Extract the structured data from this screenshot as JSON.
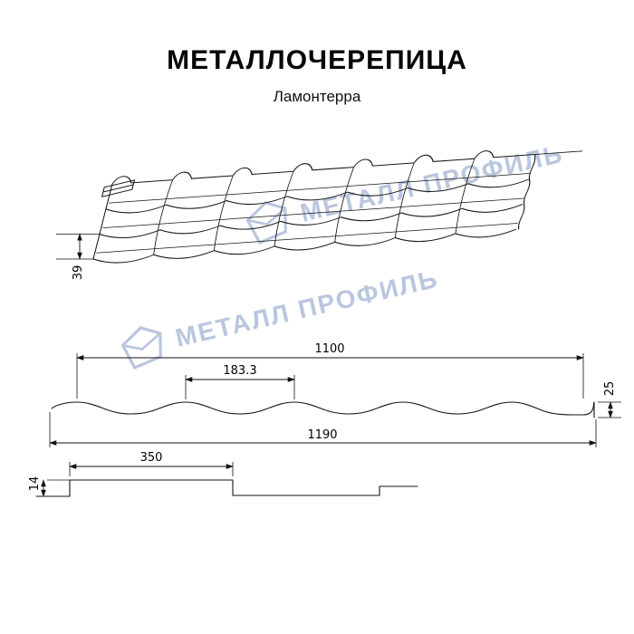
{
  "header": {
    "title": "МЕТАЛЛОЧЕРЕПИЦА",
    "subtitle": "Ламонтерра"
  },
  "watermark": {
    "text": "МЕТАЛЛ ПРОФИЛЬ",
    "color": "#b6c4dd"
  },
  "views": {
    "perspective": {
      "step_height_mm": "39"
    },
    "profile": {
      "cover_width_mm": "1100",
      "wave_pitch_mm": "183.3",
      "profile_height_mm": "25",
      "overall_width_mm": "1190"
    },
    "step": {
      "tile_length_mm": "350",
      "step_height_mm": "14"
    }
  }
}
